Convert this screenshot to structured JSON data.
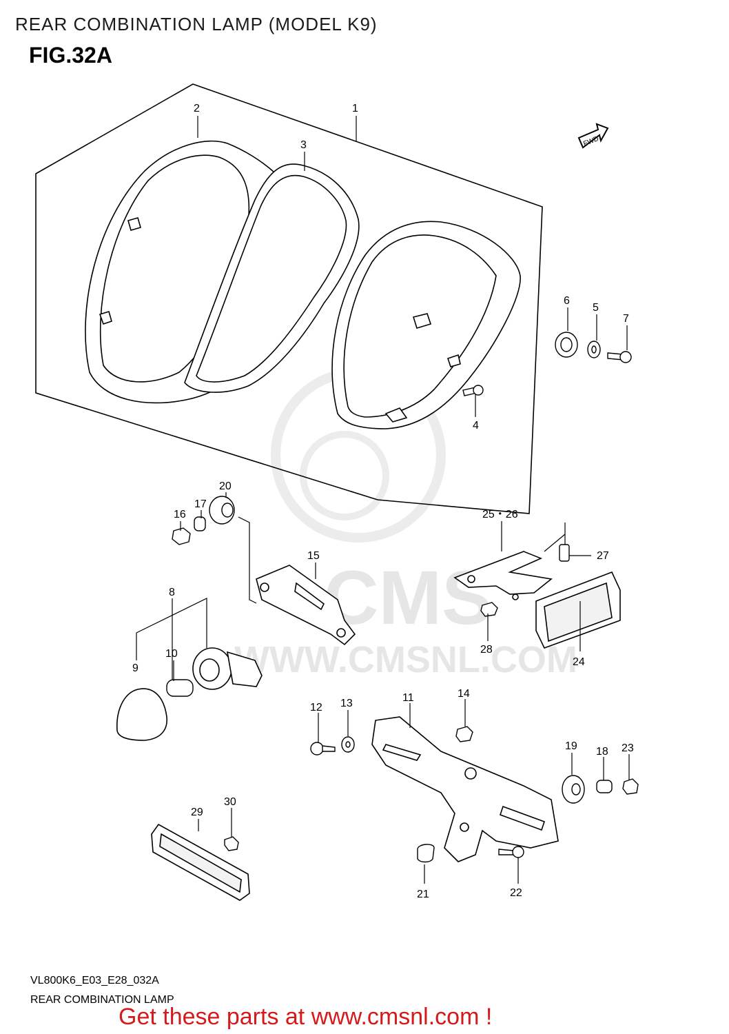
{
  "header": {
    "title": "REAR COMBINATION LAMP (MODEL K9)",
    "figure": "FIG.32A"
  },
  "fwd_badge": "FWD",
  "watermark": {
    "brand": "CMS",
    "url": "WWW.CMSNL.COM"
  },
  "callouts": {
    "p1": "1",
    "p2": "2",
    "p3": "3",
    "p4": "4",
    "p5": "5",
    "p6": "6",
    "p7": "7",
    "p8": "8",
    "p9": "9",
    "p10": "10",
    "p11": "11",
    "p12": "12",
    "p13": "13",
    "p14": "14",
    "p15": "15",
    "p16": "16",
    "p17": "17",
    "p18": "18",
    "p19": "19",
    "p20": "20",
    "p21": "21",
    "p22": "22",
    "p23": "23",
    "p24": "24",
    "p2526": "25・26",
    "p27": "27",
    "p28": "28",
    "p29": "29",
    "p30": "30"
  },
  "footer": {
    "code": "VL800K6_E03_E28_032A",
    "name": "REAR COMBINATION LAMP",
    "promo": "Get these parts at www.cmsnl.com !"
  }
}
